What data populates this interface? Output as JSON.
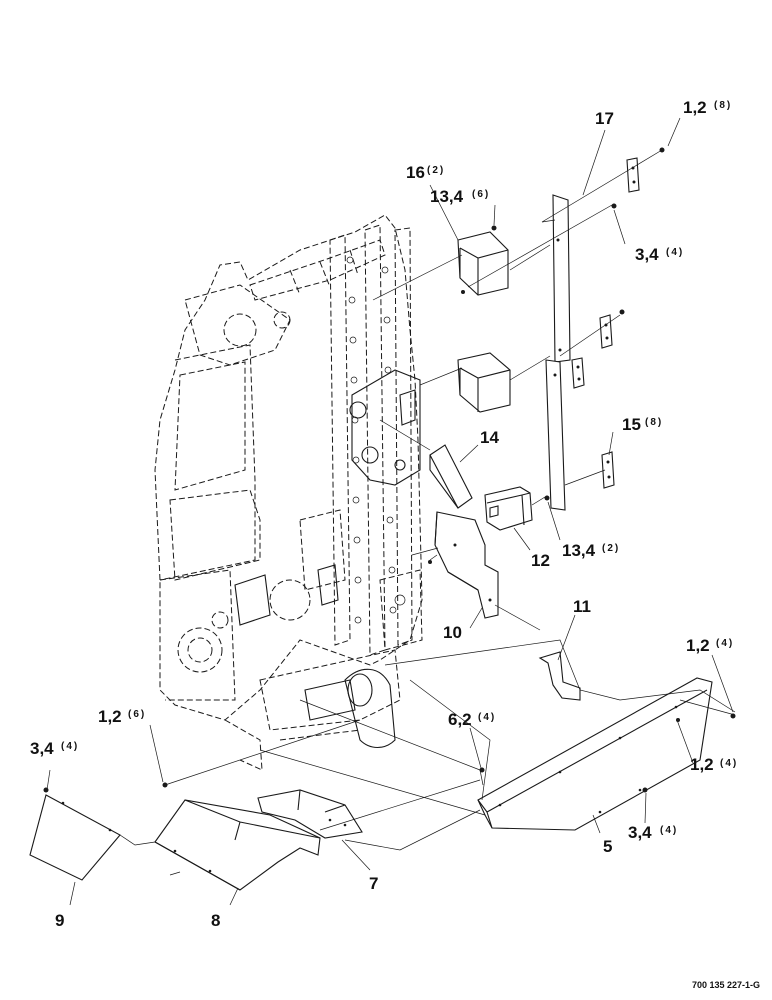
{
  "figure_id": "700 135 227-1-G",
  "callouts": [
    {
      "key": "c1",
      "label": "1,2",
      "qty": "(8)"
    },
    {
      "key": "c2",
      "label": "17",
      "qty": ""
    },
    {
      "key": "c3",
      "label": "16",
      "qty": "(2)"
    },
    {
      "key": "c4",
      "label": "13,4",
      "qty": "(6)"
    },
    {
      "key": "c5",
      "label": "3,4",
      "qty": "(4)"
    },
    {
      "key": "c6",
      "label": "15",
      "qty": "(8)"
    },
    {
      "key": "c7",
      "label": "14",
      "qty": ""
    },
    {
      "key": "c8",
      "label": "12",
      "qty": ""
    },
    {
      "key": "c9",
      "label": "13,4",
      "qty": "(2)"
    },
    {
      "key": "c10",
      "label": "11",
      "qty": ""
    },
    {
      "key": "c11",
      "label": "10",
      "qty": ""
    },
    {
      "key": "c12",
      "label": "1,2",
      "qty": "(4)"
    },
    {
      "key": "c13",
      "label": "1,2",
      "qty": "(6)"
    },
    {
      "key": "c14",
      "label": "6,2",
      "qty": "(4)"
    },
    {
      "key": "c15",
      "label": "1,2",
      "qty": "(4)"
    },
    {
      "key": "c16",
      "label": "3,4",
      "qty": "(4)"
    },
    {
      "key": "c17",
      "label": "3,4",
      "qty": "(4)"
    },
    {
      "key": "c18",
      "label": "5",
      "qty": ""
    },
    {
      "key": "c19",
      "label": "7",
      "qty": ""
    },
    {
      "key": "c20",
      "label": "9",
      "qty": ""
    },
    {
      "key": "c21",
      "label": "8",
      "qty": ""
    }
  ]
}
